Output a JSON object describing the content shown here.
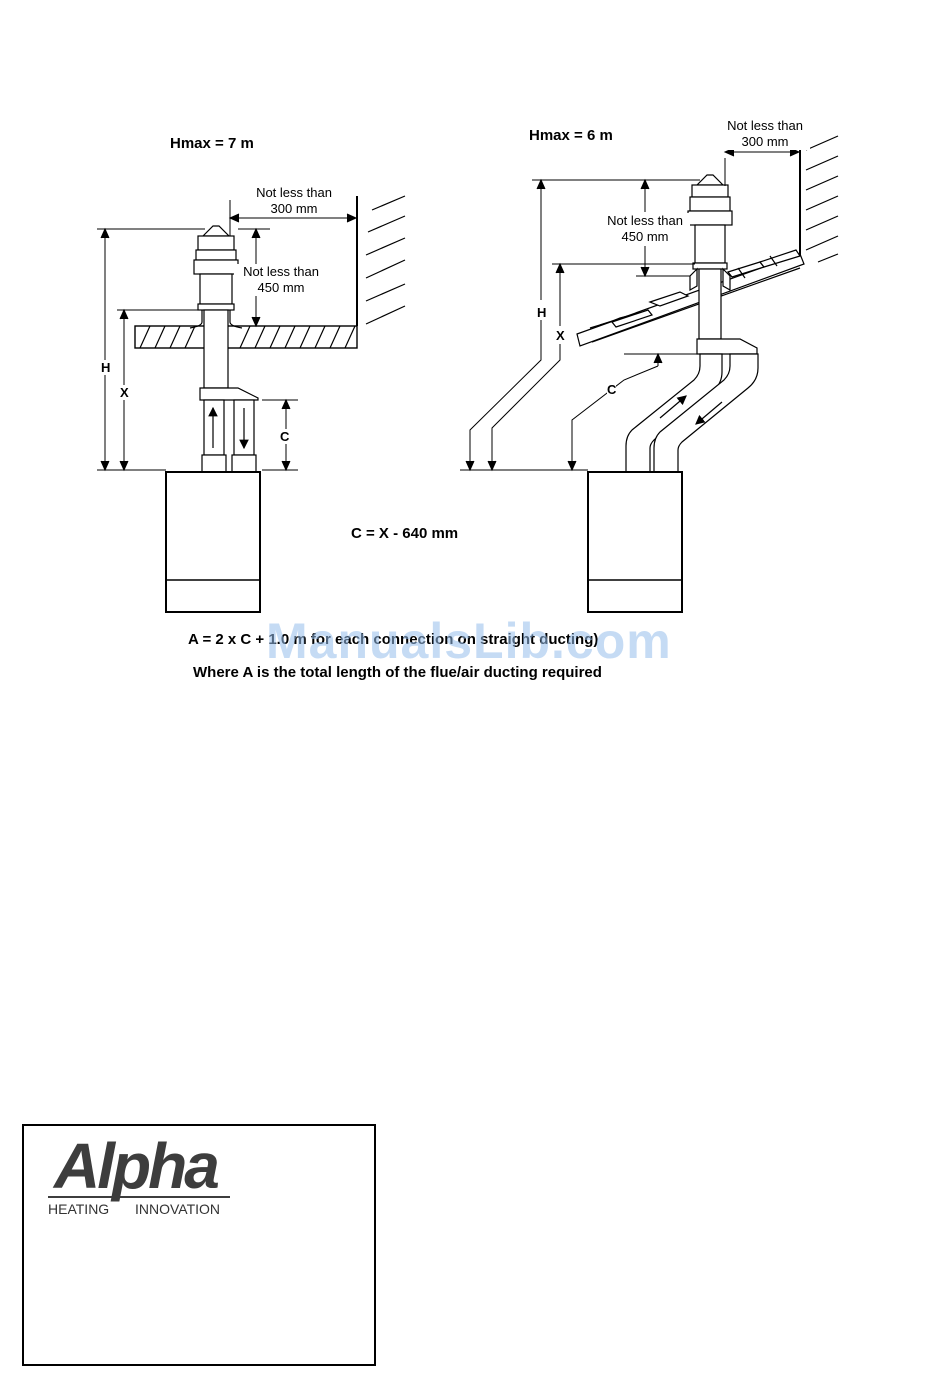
{
  "left_diagram": {
    "hmax": "Hmax = 7 m",
    "clearance_top": {
      "line1": "Not less than",
      "line2": "300 mm"
    },
    "clearance_side": {
      "line1": "Not less than",
      "line2": "450 mm"
    },
    "dim_h": "H",
    "dim_x": "X",
    "dim_c": "C"
  },
  "right_diagram": {
    "hmax": "Hmax = 6 m",
    "clearance_top": {
      "line1": "Not less than",
      "line2": "300 mm"
    },
    "clearance_side": {
      "line1": "Not less than",
      "line2": "450 mm"
    },
    "dim_h": "H",
    "dim_x": "X",
    "dim_c": "C"
  },
  "formulas": {
    "c_formula": "C = X - 640 mm",
    "a_formula": "A = 2 x C + 1.0 m for each connection on straight ducting)",
    "a_note": "Where A is the total length of the flue/air ducting required"
  },
  "watermark": "ManualsLib.com",
  "logo": {
    "brand": "Alpha",
    "tagline_1": "HEATING",
    "tagline_2": "INNOVATION"
  }
}
